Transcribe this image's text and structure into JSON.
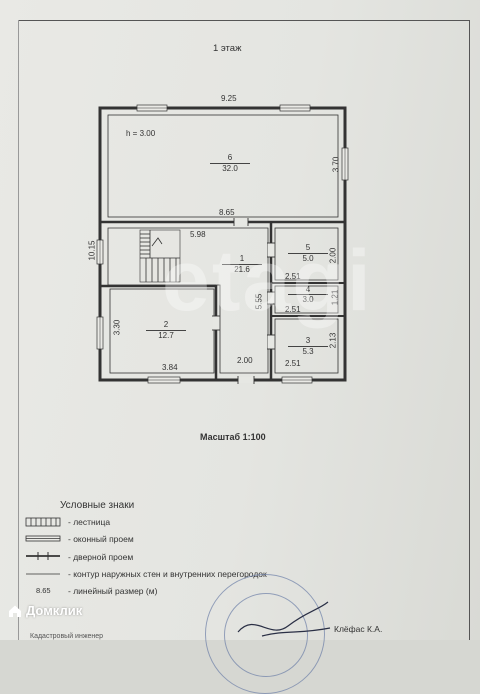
{
  "plan": {
    "floor_title": "1 этаж",
    "scale": "Масштаб 1:100",
    "ceiling_height": "h = 3.00",
    "dims": {
      "top_width": "9.25",
      "room6_height": "3.70",
      "left_height": "10.15",
      "inner_width": "8.65",
      "hall_width": "5.98",
      "hall_height": "5.55",
      "bottom_door": "2.00",
      "room2_width": "3.84",
      "room2_height": "3.30",
      "room5_height": "2.00",
      "room5_width": "2.51",
      "room4_width": "2.51",
      "room4_height": "1.21",
      "room3_height": "2.13",
      "room3_width": "2.51"
    },
    "rooms": [
      {
        "num": "6",
        "area": "32.0"
      },
      {
        "num": "1",
        "area": "21.6"
      },
      {
        "num": "2",
        "area": "12.7"
      },
      {
        "num": "5",
        "area": "5.0"
      },
      {
        "num": "4",
        "area": "3.0"
      },
      {
        "num": "3",
        "area": "5.3"
      }
    ]
  },
  "legend": {
    "title": "Условные знаки",
    "items": [
      {
        "text": "- лестница"
      },
      {
        "text": "- оконный проем"
      },
      {
        "text": "- дверной проем"
      },
      {
        "text": "- контур наружных стен и внутренних перегородок"
      },
      {
        "sample": "8.65",
        "text": "- линейный размер (м)"
      }
    ]
  },
  "footer": {
    "signature": "Клёфас К.А.",
    "bottom_cut": "Кадастровый инженер"
  },
  "overlay": {
    "watermark": "etagi",
    "brand": "Домклик"
  }
}
